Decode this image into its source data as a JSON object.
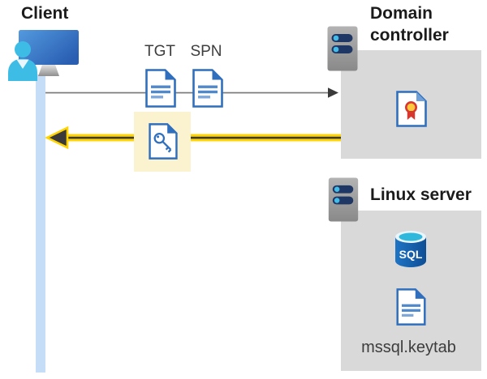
{
  "diagram": {
    "client": {
      "label": "Client"
    },
    "domain_controller": {
      "label": "Domain controller"
    },
    "linux_server": {
      "label": "Linux server"
    },
    "ticket_labels": {
      "tgt": "TGT",
      "spn": "SPN"
    },
    "keytab_label": "mssql.keytab",
    "sql_badge": "SQL",
    "icons": {
      "client": "user-monitor-icon",
      "domain_controller": "rack-server-icon",
      "linux_server": "rack-server-icon",
      "tgt": "document-icon",
      "spn": "document-icon",
      "session_key": "key-document-icon",
      "certificate": "certificate-icon",
      "database": "sql-database-icon",
      "keytab_file": "document-icon",
      "request": "right-arrow-icon",
      "response": "left-arrow-icon"
    },
    "colors": {
      "node_box": "#D9D9D9",
      "highlight_box": "#FBF3CF",
      "timeline_bar": "#C5DDF6",
      "arrow_yellow": "#FFD400",
      "arrow_dark": "#3A3A3A",
      "arrow_gray": "#7A7A7A",
      "icon_blue": "#2F6FBE",
      "icon_blue_light": "#6FA0D8",
      "icon_cyan": "#3DBDE6",
      "server_slot_navy": "#1E3765",
      "sql_body_blue": "#1765B3",
      "cert_ribbon_red": "#D8372F",
      "cert_seal_yellow": "#FFC83D",
      "title_text": "#1B1B1B",
      "label_text": "#3D3D3D"
    }
  }
}
